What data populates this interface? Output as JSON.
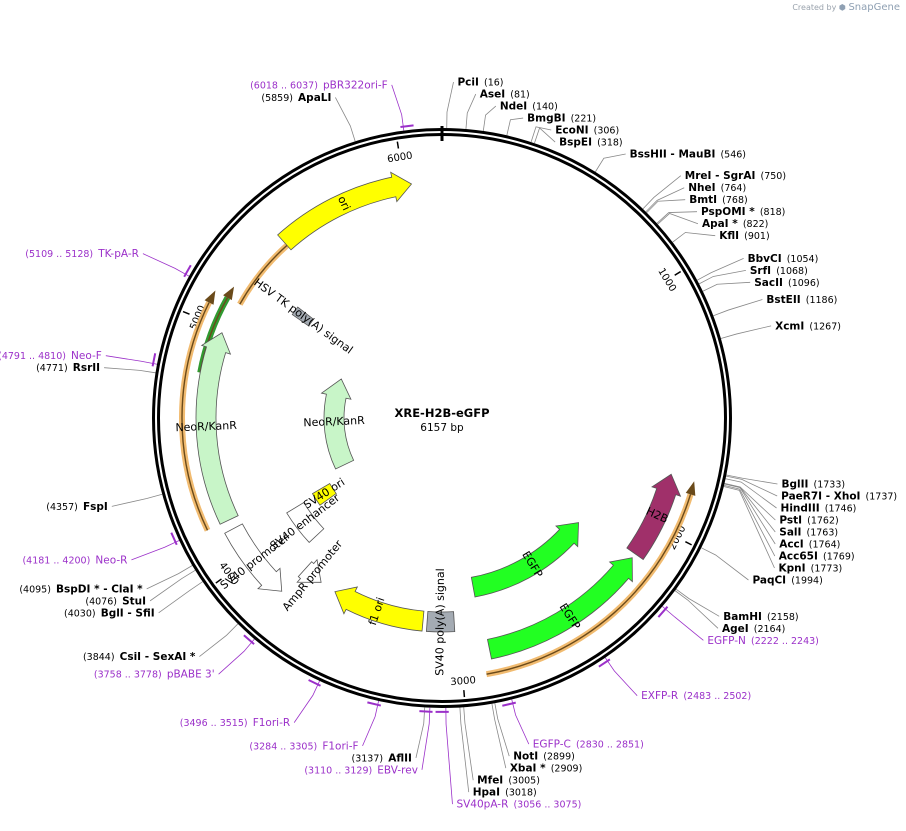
{
  "credit": {
    "prefix": "Created by",
    "brand": "SnapGene"
  },
  "plasmid": {
    "name": "XRE-H2B-eGFP",
    "length_label": "6157 bp",
    "length_bp": 6157
  },
  "ticks": [
    {
      "bp": 1000,
      "label": "1000"
    },
    {
      "bp": 2000,
      "label": "2000"
    },
    {
      "bp": 3000,
      "label": "3000"
    },
    {
      "bp": 4000,
      "label": "4000"
    },
    {
      "bp": 5000,
      "label": "5000"
    },
    {
      "bp": 6000,
      "label": "6000"
    }
  ],
  "enzymes": [
    {
      "name": "PciI",
      "pos_label": "(16)",
      "bp": 16,
      "side": "right"
    },
    {
      "name": "AseI",
      "pos_label": "(81)",
      "bp": 81,
      "side": "right"
    },
    {
      "name": "NdeI",
      "pos_label": "(140)",
      "bp": 140,
      "side": "right"
    },
    {
      "name": "BmgBI",
      "pos_label": "(221)",
      "bp": 221,
      "side": "right"
    },
    {
      "name": "EcoNI",
      "pos_label": "(306)",
      "bp": 306,
      "side": "right"
    },
    {
      "name": "BspEI",
      "pos_label": "(318)",
      "bp": 318,
      "side": "right"
    },
    {
      "name": "BssHII  - MauBI",
      "pos_label": "(546)",
      "bp": 546,
      "side": "right"
    },
    {
      "name": "MreI  - SgrAI",
      "pos_label": "(750)",
      "bp": 750,
      "side": "right"
    },
    {
      "name": "NheI",
      "pos_label": "(764)",
      "bp": 764,
      "side": "right"
    },
    {
      "name": "BmtI",
      "pos_label": "(768)",
      "bp": 768,
      "side": "right"
    },
    {
      "name": "PspOMI *",
      "pos_label": "(818)",
      "bp": 818,
      "side": "right"
    },
    {
      "name": "ApaI *",
      "pos_label": "(822)",
      "bp": 822,
      "side": "right"
    },
    {
      "name": "KflI",
      "pos_label": "(901)",
      "bp": 901,
      "side": "right"
    },
    {
      "name": "BbvCI",
      "pos_label": "(1054)",
      "bp": 1054,
      "side": "right"
    },
    {
      "name": "SrfI",
      "pos_label": "(1068)",
      "bp": 1068,
      "side": "right"
    },
    {
      "name": "SacII",
      "pos_label": "(1096)",
      "bp": 1096,
      "side": "right"
    },
    {
      "name": "BstEII",
      "pos_label": "(1186)",
      "bp": 1186,
      "side": "right"
    },
    {
      "name": "XcmI",
      "pos_label": "(1267)",
      "bp": 1267,
      "side": "right"
    },
    {
      "name": "BglII",
      "pos_label": "(1733)",
      "bp": 1733,
      "side": "right"
    },
    {
      "name": "PaeR7I  - XhoI",
      "pos_label": "(1737)",
      "bp": 1737,
      "side": "right"
    },
    {
      "name": "HindIII",
      "pos_label": "(1746)",
      "bp": 1746,
      "side": "right"
    },
    {
      "name": "PstI",
      "pos_label": "(1762)",
      "bp": 1762,
      "side": "right"
    },
    {
      "name": "SalI",
      "pos_label": "(1763)",
      "bp": 1763,
      "side": "right"
    },
    {
      "name": "AccI",
      "pos_label": "(1764)",
      "bp": 1764,
      "side": "right"
    },
    {
      "name": "Acc65I",
      "pos_label": "(1769)",
      "bp": 1769,
      "side": "right"
    },
    {
      "name": "KpnI",
      "pos_label": "(1773)",
      "bp": 1773,
      "side": "right"
    },
    {
      "name": "PaqCI",
      "pos_label": "(1994)",
      "bp": 1994,
      "side": "right"
    },
    {
      "name": "BamHI",
      "pos_label": "(2158)",
      "bp": 2158,
      "side": "right"
    },
    {
      "name": "AgeI",
      "pos_label": "(2164)",
      "bp": 2164,
      "side": "right"
    },
    {
      "name": "NotI",
      "pos_label": "(2899)",
      "bp": 2899,
      "side": "right"
    },
    {
      "name": "XbaI *",
      "pos_label": "(2909)",
      "bp": 2909,
      "side": "right"
    },
    {
      "name": "MfeI",
      "pos_label": "(3005)",
      "bp": 3005,
      "side": "right"
    },
    {
      "name": "HpaI",
      "pos_label": "(3018)",
      "bp": 3018,
      "side": "right"
    },
    {
      "name": "AflII",
      "pos_label": "(3137)",
      "bp": 3137,
      "side": "left"
    },
    {
      "name": "CsiI  - SexAI *",
      "pos_label": "(3844)",
      "bp": 3844,
      "side": "left"
    },
    {
      "name": "BglI  - SfiI",
      "pos_label": "(4030)",
      "bp": 4030,
      "side": "left"
    },
    {
      "name": "StuI",
      "pos_label": "(4076)",
      "bp": 4076,
      "side": "left"
    },
    {
      "name": "BspDI *  - ClaI *",
      "pos_label": "(4095)",
      "bp": 4095,
      "side": "left"
    },
    {
      "name": "FspI",
      "pos_label": "(4357)",
      "bp": 4357,
      "side": "left"
    },
    {
      "name": "RsrII",
      "pos_label": "(4771)",
      "bp": 4771,
      "side": "left"
    },
    {
      "name": "ApaLI",
      "pos_label": "(5859)",
      "bp": 5859,
      "side": "left"
    }
  ],
  "primers": [
    {
      "name": "pBR322ori-F",
      "range_label": "(6018 .. 6037)",
      "start": 6018,
      "end": 6037,
      "side": "left"
    },
    {
      "name": "TK-pA-R",
      "range_label": "(5109 .. 5128)",
      "start": 5109,
      "end": 5128,
      "side": "left"
    },
    {
      "name": "Neo-F",
      "range_label": "(4791 .. 4810)",
      "start": 4791,
      "end": 4810,
      "side": "left"
    },
    {
      "name": "Neo-R",
      "range_label": "(4181 .. 4200)",
      "start": 4181,
      "end": 4200,
      "side": "left"
    },
    {
      "name": "pBABE 3'",
      "range_label": "(3758 .. 3778)",
      "start": 3758,
      "end": 3778,
      "side": "left"
    },
    {
      "name": "F1ori-R",
      "range_label": "(3496 .. 3515)",
      "start": 3496,
      "end": 3515,
      "side": "left"
    },
    {
      "name": "F1ori-F",
      "range_label": "(3284 .. 3305)",
      "start": 3284,
      "end": 3305,
      "side": "left"
    },
    {
      "name": "EBV-rev",
      "range_label": "(3110 .. 3129)",
      "start": 3110,
      "end": 3129,
      "side": "left"
    },
    {
      "name": "SV40pA-R",
      "range_label": "(3056 .. 3075)",
      "start": 3056,
      "end": 3075,
      "side": "right"
    },
    {
      "name": "EGFP-C",
      "range_label": "(2830 .. 2851)",
      "start": 2830,
      "end": 2851,
      "side": "right"
    },
    {
      "name": "EXFP-R",
      "range_label": "(2483 .. 2502)",
      "start": 2483,
      "end": 2502,
      "side": "right"
    },
    {
      "name": "EGFP-N",
      "range_label": "(2222 .. 2243)",
      "start": 2222,
      "end": 2243,
      "side": "right"
    }
  ],
  "features": [
    {
      "name": "ori",
      "start": 5440,
      "end": 6030,
      "color": "#ffff00",
      "direction": "cw",
      "track": 0
    },
    {
      "name": "H2B",
      "start": 1775,
      "end": 2140,
      "color": "#a0306a",
      "direction": "ccw",
      "track": 0,
      "label_color": "#ffffff"
    },
    {
      "name": "EGFP",
      "start": 2160,
      "end": 2880,
      "color": "#22ff22",
      "direction": "ccw",
      "track": 0
    },
    {
      "name": "EGFP",
      "start": 2180,
      "end": 2900,
      "color": "#22ff22",
      "direction": "ccw",
      "track": 2
    },
    {
      "name": "SV40 poly(A) signal",
      "start": 3020,
      "end": 3150,
      "color": "#a4abb3",
      "direction": "none",
      "track": 1
    },
    {
      "name": "f1 ori",
      "start": 3170,
      "end": 3620,
      "color": "#ffff00",
      "direction": "cw",
      "track": 1
    },
    {
      "name": "AmpR promoter",
      "start": 3700,
      "end": 3800,
      "color": "#ffffff",
      "direction": "ccw",
      "track": 1
    },
    {
      "name": "SV40 promoter",
      "start": 3810,
      "end": 4140,
      "color": "#ffffff",
      "direction": "ccw",
      "track": 0
    },
    {
      "name": "SV40 enhancer",
      "start": 3880,
      "end": 4080,
      "color": "#ffffff",
      "direction": "none",
      "track": 2
    },
    {
      "name": "SV40 ori",
      "start": 4010,
      "end": 4100,
      "color": "#ffff00",
      "direction": "none",
      "track": 3
    },
    {
      "name": "NeoR/KanR",
      "start": 4180,
      "end": 4980,
      "color": "#c8f5c8",
      "direction": "cw",
      "track": 0
    },
    {
      "name": "NeoR/KanR",
      "start": 4180,
      "end": 4980,
      "color": "#c8f5c8",
      "direction": "cw",
      "track": 4
    },
    {
      "name": "HSV TK poly(A) signal",
      "start": 5210,
      "end": 5260,
      "color": "#a4abb3",
      "direction": "none",
      "track": 2
    }
  ],
  "orfs": [
    {
      "start": 1780,
      "end": 2910,
      "color": "#f0b460",
      "direction": "ccw",
      "track": 0
    },
    {
      "start": 4180,
      "end": 5120,
      "color": "#f0b460",
      "direction": "cw",
      "track": 0
    },
    {
      "start": 4800,
      "end": 5170,
      "color": "#1a8f1a",
      "direction": "cw",
      "track": 1
    },
    {
      "start": 5120,
      "end": 5560,
      "color": "#f0b460",
      "direction": "cw",
      "track": 2
    }
  ]
}
